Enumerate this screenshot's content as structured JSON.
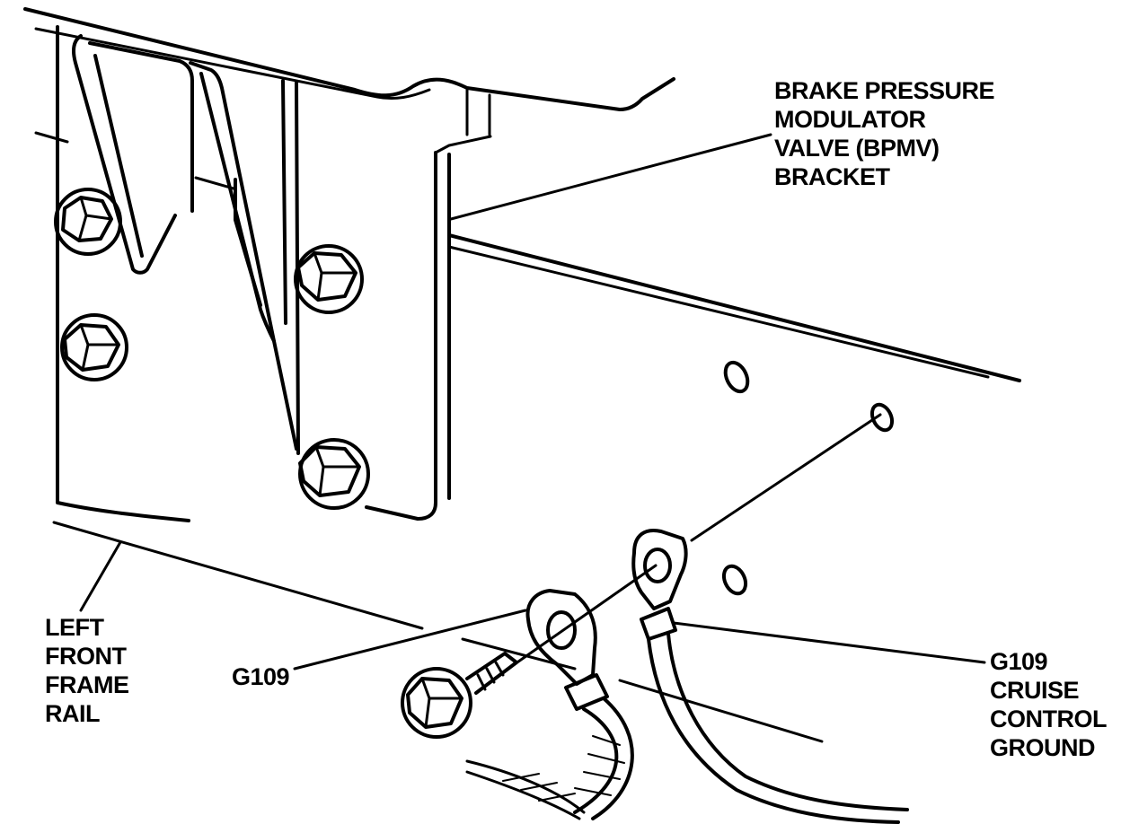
{
  "labels": {
    "bpmv_bracket": [
      "BRAKE PRESSURE",
      "MODULATOR",
      "VALVE (BPMV)",
      "BRACKET"
    ],
    "left_front_frame_rail": [
      "LEFT",
      "FRONT",
      "FRAME",
      "RAIL"
    ],
    "g109": "G109",
    "g109_cruise_control_ground": [
      "G109",
      "CRUISE",
      "CONTROL",
      "GROUND"
    ]
  }
}
